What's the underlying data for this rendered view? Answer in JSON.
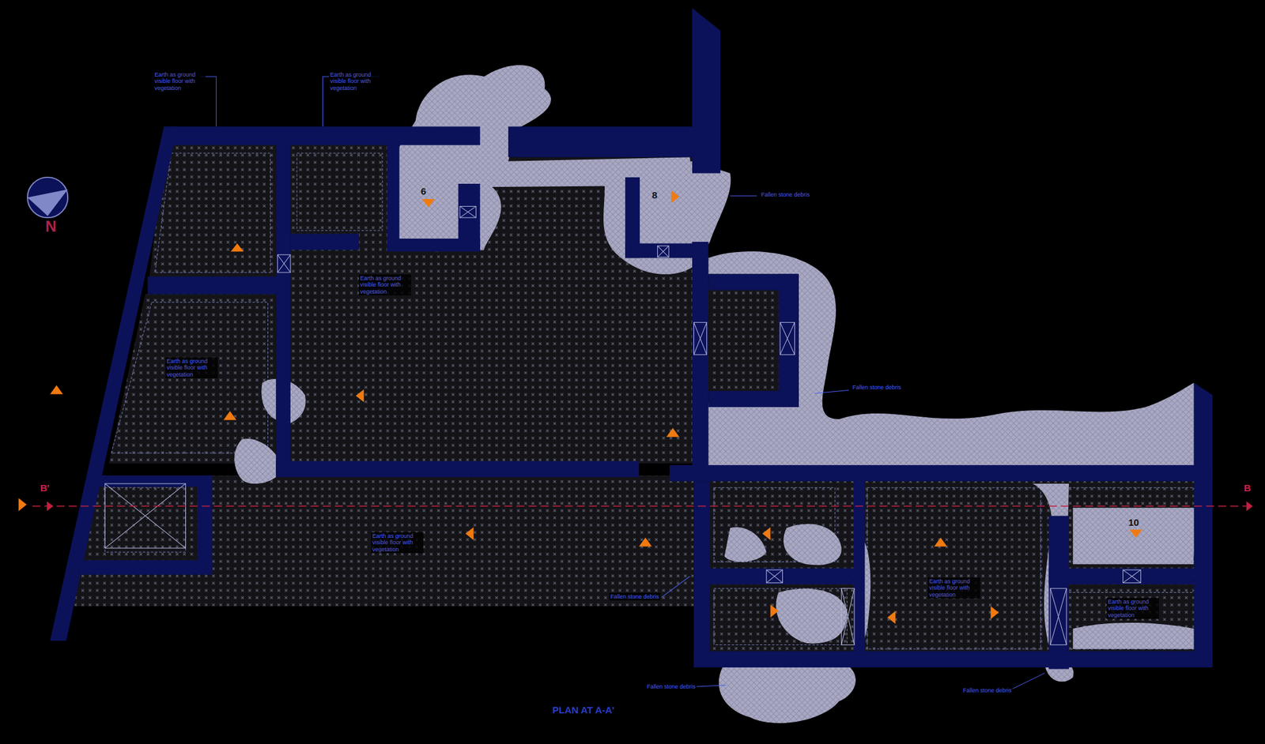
{
  "diagram": {
    "caption": "PLAN AT A-A'",
    "labels": [
      "Earth as ground visible floor with vegetation",
      "Earth as ground visible floor with vegetation",
      "Fallen stone debris",
      "Fallen stone debris",
      "Earth as ground visible floor with vegetation",
      "Earth as ground visible floor with vegetation",
      "Earth as ground visible floor with vegetation",
      "Fallen stone debris",
      "Earth as ground visible floor with vegetation",
      "Earth as ground visible floor with vegetation",
      "Fallen stone debris",
      "Fallen stone debris",
      "6",
      "8",
      "10",
      "B'",
      "B",
      "N"
    ]
  }
}
